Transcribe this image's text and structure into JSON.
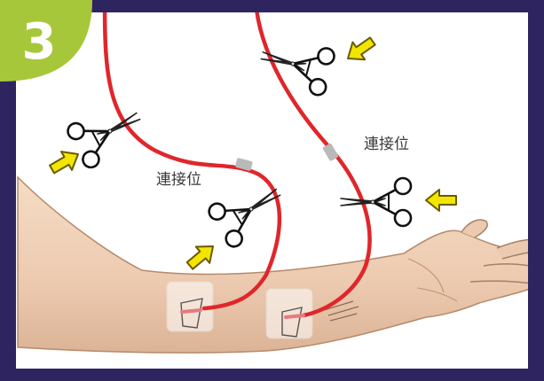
{
  "step": {
    "number": "3"
  },
  "labels": {
    "connection_left": "連接位",
    "connection_right": "連接位"
  },
  "colors": {
    "frame": "#2e2560",
    "badge": "#a7c73a",
    "tube": "#e0262b",
    "connector": "#b9b9b9",
    "arrow": "#f2e600",
    "skin": "#efcfb3"
  },
  "icons": {
    "clamp": "hemostat-clamp-icon",
    "arrow": "pointer-arrow-icon"
  }
}
